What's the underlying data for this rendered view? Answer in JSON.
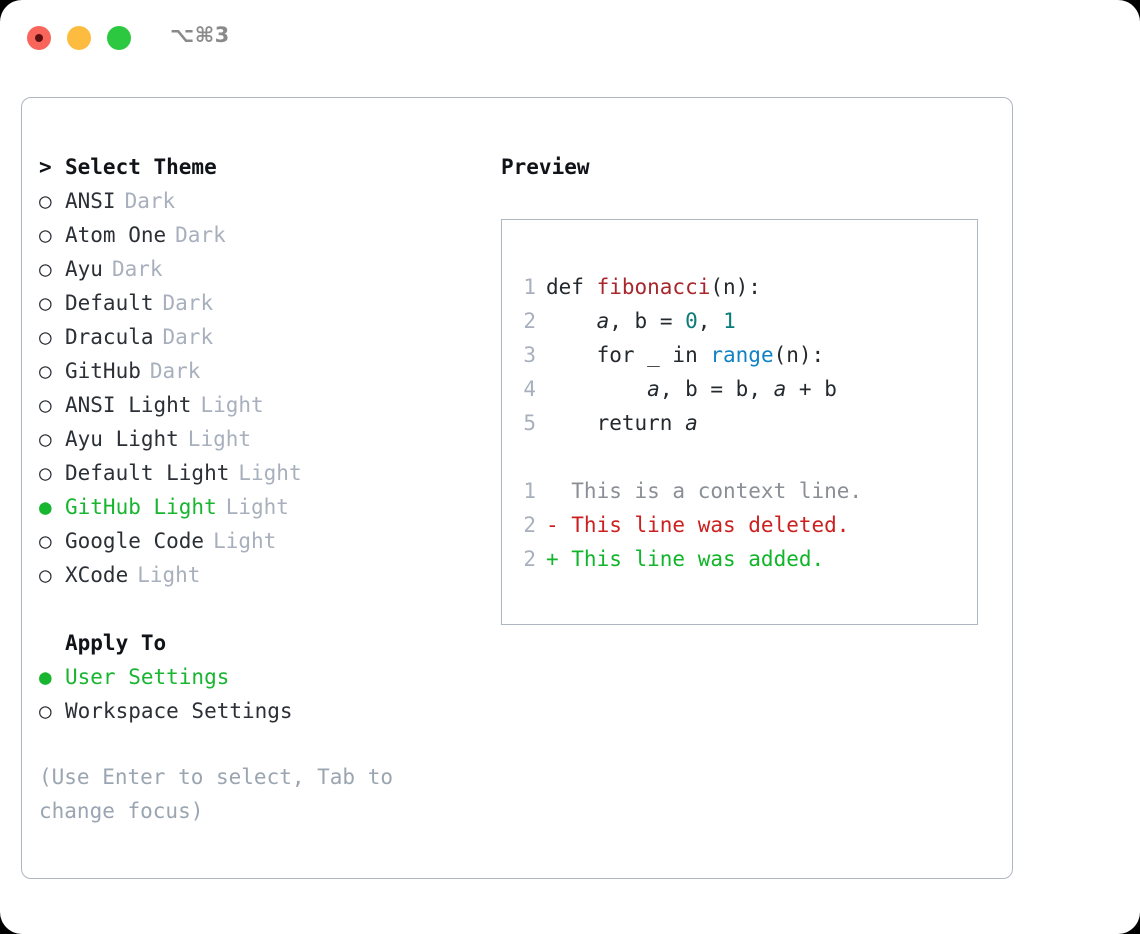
{
  "window": {
    "shortcut": "⌥⌘3",
    "traffic_lights": [
      "close-red",
      "minimize-yellow",
      "maximize-green"
    ]
  },
  "theme_picker": {
    "heading": "Select Theme",
    "heading_marker": ">",
    "marker_unselected": "○",
    "marker_selected": "●",
    "items": [
      {
        "name": "ANSI",
        "kind": "Dark",
        "selected": false
      },
      {
        "name": "Atom One",
        "kind": "Dark",
        "selected": false
      },
      {
        "name": "Ayu",
        "kind": "Dark",
        "selected": false
      },
      {
        "name": "Default",
        "kind": "Dark",
        "selected": false
      },
      {
        "name": "Dracula",
        "kind": "Dark",
        "selected": false
      },
      {
        "name": "GitHub",
        "kind": "Dark",
        "selected": false
      },
      {
        "name": "ANSI Light",
        "kind": "Light",
        "selected": false
      },
      {
        "name": "Ayu Light",
        "kind": "Light",
        "selected": false
      },
      {
        "name": "Default Light",
        "kind": "Light",
        "selected": false
      },
      {
        "name": "GitHub Light",
        "kind": "Light",
        "selected": true
      },
      {
        "name": "Google Code",
        "kind": "Light",
        "selected": false
      },
      {
        "name": "XCode",
        "kind": "Light",
        "selected": false
      }
    ]
  },
  "apply_to": {
    "heading": "Apply To",
    "items": [
      {
        "name": "User Settings",
        "selected": true
      },
      {
        "name": "Workspace Settings",
        "selected": false
      }
    ]
  },
  "hint": "(Use Enter to select, Tab to change focus)",
  "preview": {
    "title": "Preview",
    "code_lines": [
      {
        "num": "1",
        "tokens": [
          {
            "t": "def ",
            "c": "kw"
          },
          {
            "t": "fibonacci",
            "c": "fn"
          },
          {
            "t": "(n):",
            "c": "plain"
          }
        ]
      },
      {
        "num": "2",
        "tokens": [
          {
            "t": "    ",
            "c": "plain"
          },
          {
            "t": "a",
            "c": "var"
          },
          {
            "t": ", ",
            "c": "plain"
          },
          {
            "t": "b",
            "c": "plain"
          },
          {
            "t": " = ",
            "c": "plain"
          },
          {
            "t": "0",
            "c": "num"
          },
          {
            "t": ", ",
            "c": "plain"
          },
          {
            "t": "1",
            "c": "num"
          }
        ]
      },
      {
        "num": "3",
        "tokens": [
          {
            "t": "    for _ in ",
            "c": "plain"
          },
          {
            "t": "range",
            "c": "builtin"
          },
          {
            "t": "(n):",
            "c": "plain"
          }
        ]
      },
      {
        "num": "4",
        "tokens": [
          {
            "t": "        ",
            "c": "plain"
          },
          {
            "t": "a",
            "c": "var"
          },
          {
            "t": ", b = b, ",
            "c": "plain"
          },
          {
            "t": "a",
            "c": "var"
          },
          {
            "t": " + b",
            "c": "plain"
          }
        ]
      },
      {
        "num": "5",
        "tokens": [
          {
            "t": "    return ",
            "c": "plain"
          },
          {
            "t": "a",
            "c": "var"
          }
        ]
      }
    ],
    "diff_lines": [
      {
        "num": "1",
        "marker": "  ",
        "text": "This is a context line.",
        "kind": "ctx"
      },
      {
        "num": "2",
        "marker": "- ",
        "text": "This line was deleted.",
        "kind": "del"
      },
      {
        "num": "2",
        "marker": "+ ",
        "text": "This line was added.",
        "kind": "add"
      }
    ]
  },
  "colors": {
    "selected_green": "#18b530",
    "muted": "#a8b0bd",
    "panel_border": "#aeb6c2",
    "fn_red": "#a8272c",
    "builtin_blue": "#1182c4",
    "number_teal": "#0a7b7b",
    "diff_del_red": "#cc1f1f",
    "diff_add_green": "#11b52a"
  }
}
